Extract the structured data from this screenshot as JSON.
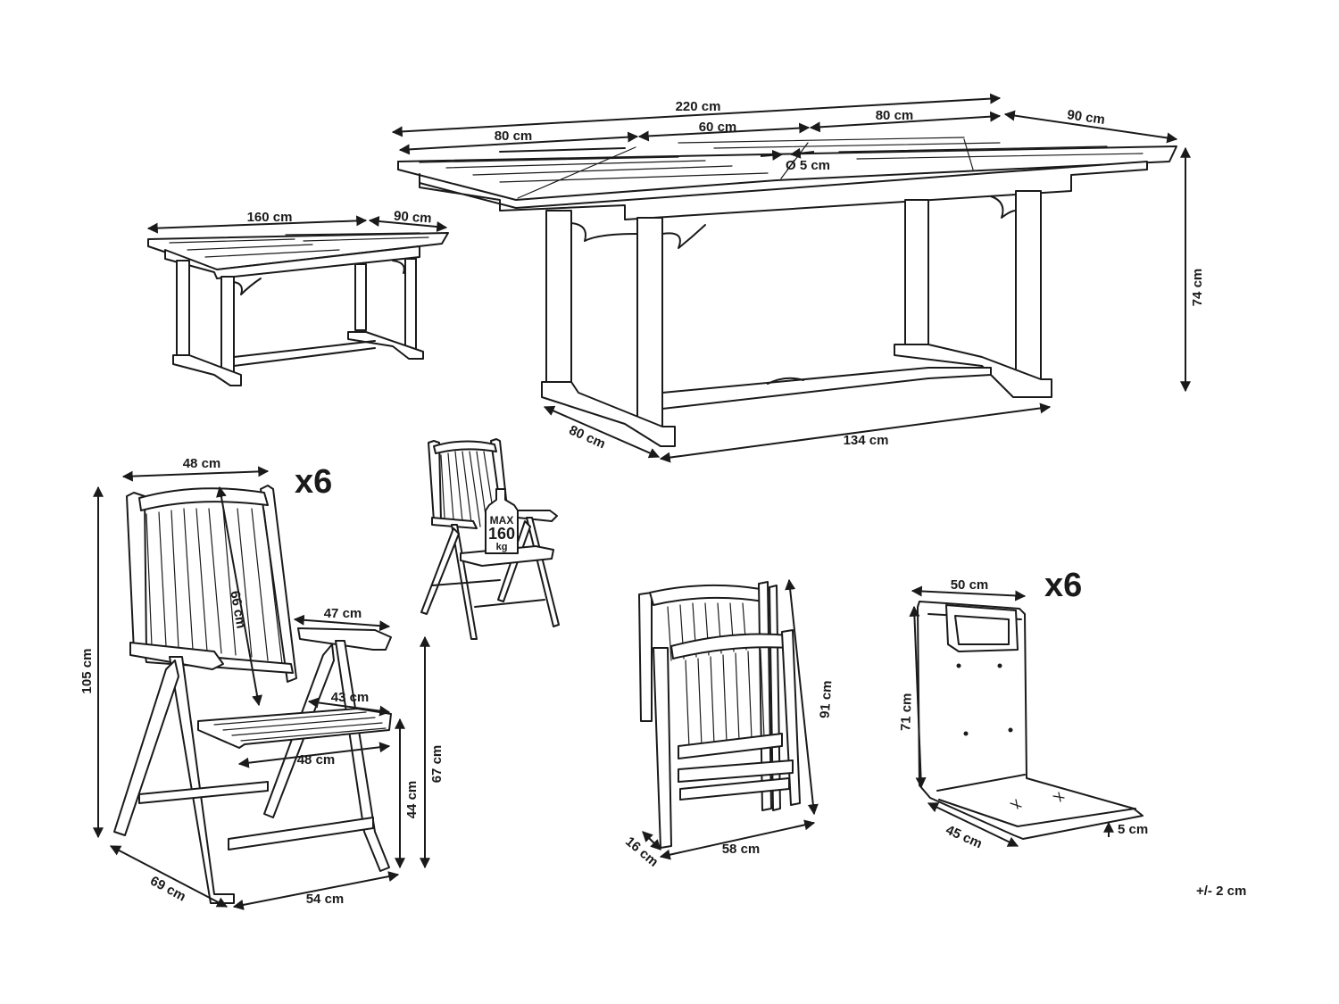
{
  "large_table": {
    "total_length": "220 cm",
    "section_left": "80 cm",
    "section_middle": "60 cm",
    "section_right": "80 cm",
    "width": "90 cm",
    "umbrella_hole": "Ø 5 cm",
    "height": "74 cm",
    "base_width": "80 cm",
    "base_length": "134 cm"
  },
  "small_table": {
    "length": "160 cm",
    "width": "90 cm"
  },
  "chair": {
    "quantity": "x6",
    "back_width": "48 cm",
    "back_height": "66 cm",
    "total_height": "105 cm",
    "arm_length": "47 cm",
    "seat_depth": "43 cm",
    "seat_width": "48 cm",
    "arm_height": "67 cm",
    "seat_height": "44 cm",
    "depth": "69 cm",
    "width": "54 cm"
  },
  "load_badge": {
    "line1": "MAX",
    "line2": "160",
    "line3": "kg"
  },
  "folded_chair": {
    "height": "91 cm",
    "thickness": "16 cm",
    "width": "58 cm"
  },
  "cushion": {
    "quantity": "x6",
    "width": "50 cm",
    "back_length": "71 cm",
    "seat_depth": "45 cm",
    "thickness": "5 cm"
  },
  "tolerance": "+/- 2 cm"
}
